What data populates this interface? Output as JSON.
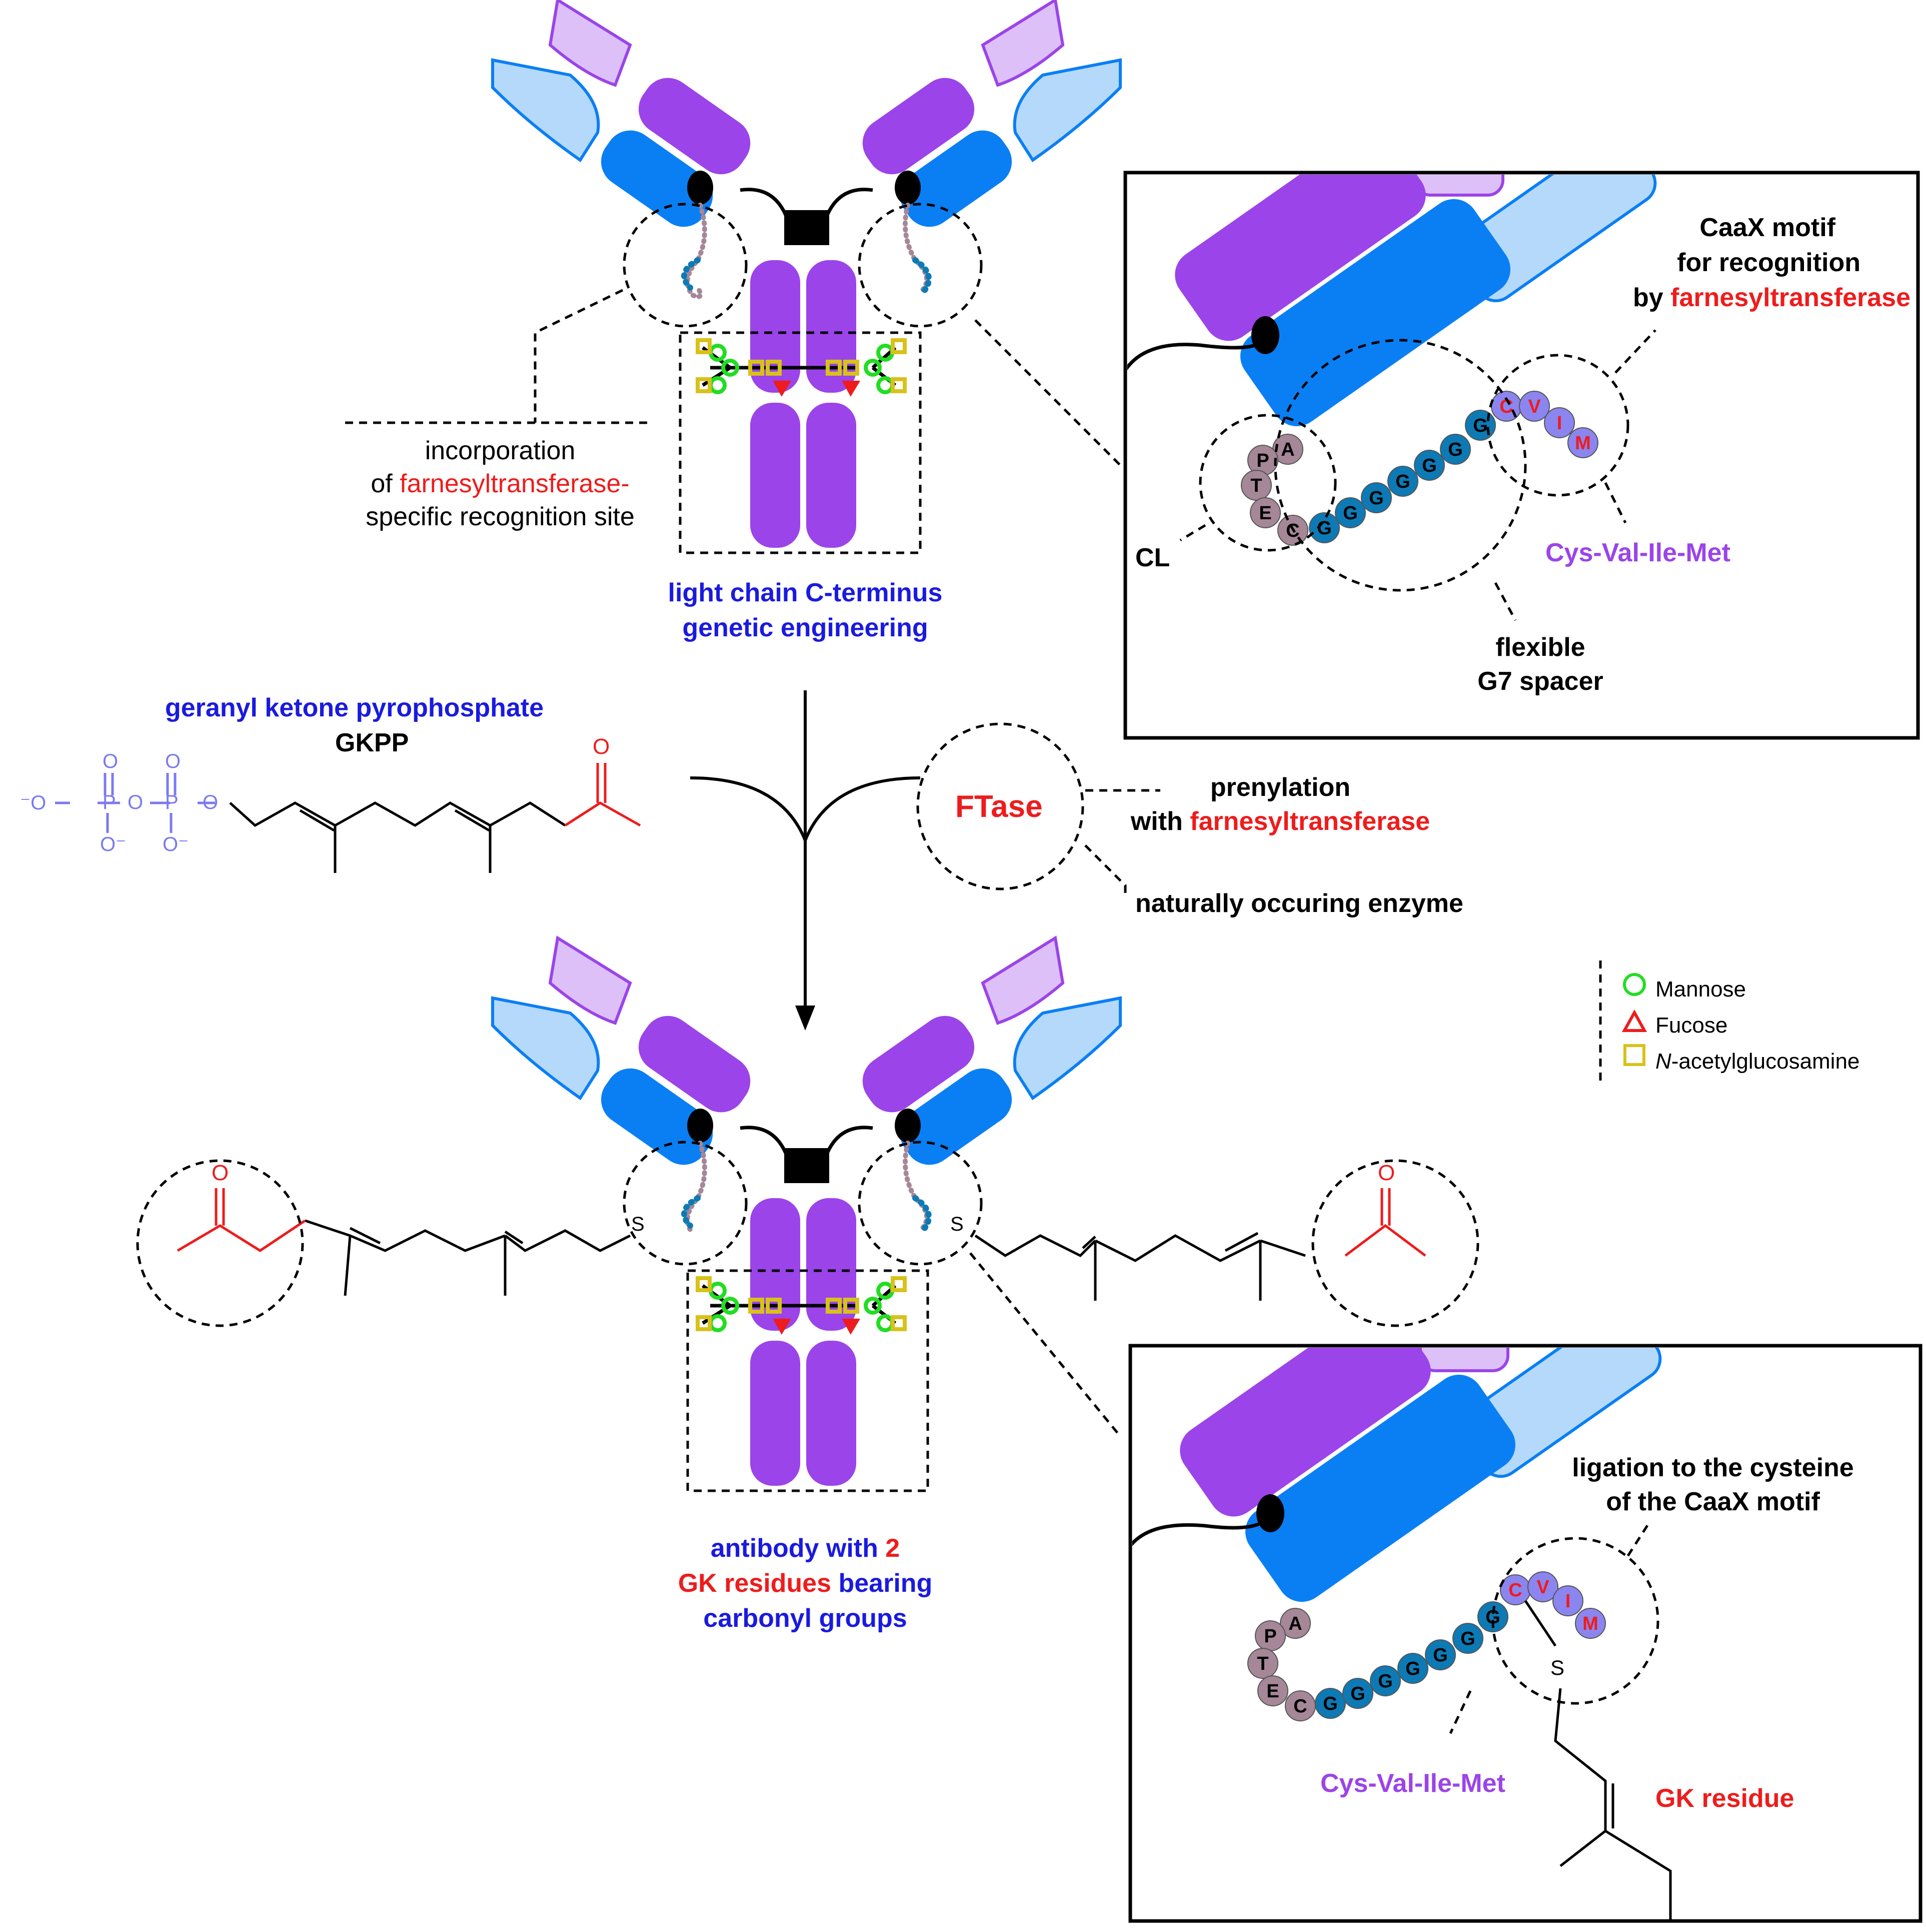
{
  "colors": {
    "heavy_chain": "#9b44e9",
    "heavy_chain_light": "#dcc0f7",
    "light_chain": "#0a7ff4",
    "light_chain_light": "#b5d9fb",
    "peptide_tag": "#a58797",
    "glycine": "#0d7ab5",
    "caax": "#8b85ef",
    "mannose": "#22dd22",
    "fucose": "#ee1c1c",
    "glcnac": "#d8c21a",
    "red_text": "#ee1c1c",
    "blue_text": "#1a1adf",
    "purple_text": "#9b44e9",
    "pyrophosphate": "#7a7af0"
  },
  "top": {
    "incorporation": {
      "line1": "incorporation",
      "line2_prefix": "of ",
      "line2_red": "farnesyltransferase-",
      "line3": "specific recognition site"
    },
    "engineering": {
      "line1": "light chain C-terminus",
      "line2": "genetic engineering"
    }
  },
  "inset1": {
    "caax": {
      "line1": "CaaX motif",
      "line2": "for recognition",
      "line3_prefix": "by ",
      "line3_red": "farnesyltransferase"
    },
    "cl": "CL",
    "cvim": "Cys-Val-Ile-Met",
    "spacer": {
      "line1": "flexible",
      "line2": "G7 spacer"
    },
    "tag_letters": [
      "A",
      "P",
      "T",
      "E",
      "C"
    ],
    "glycine_letter": "G",
    "caax_letters": [
      "C",
      "V",
      "I",
      "M"
    ]
  },
  "reagent": {
    "name": "geranyl ketone pyrophosphate",
    "abbrev": "GKPP",
    "pp_labels": {
      "o": "O",
      "p": "P",
      "o_minus": "O⁻",
      "minus_o": "⁻O"
    }
  },
  "ftase": {
    "label": "FTase",
    "prenylation": {
      "line1": "prenylation",
      "line2_prefix": "with ",
      "line2_red": "farnesyltransferase"
    },
    "natural": "naturally occuring enzyme"
  },
  "legend": [
    {
      "label": "Mannose",
      "italic_prefix": ""
    },
    {
      "label": "Fucose",
      "italic_prefix": ""
    },
    {
      "label": "-acetylglucosamine",
      "italic_prefix": "N"
    }
  ],
  "bottom": {
    "product": {
      "line1_blue": "antibody with ",
      "line1_red": "2",
      "line2_red": "GK residues",
      "line2_blue": " bearing",
      "line3": "carbonyl groups"
    },
    "sulfur": "S",
    "oxygen": "O"
  },
  "inset2": {
    "ligation": {
      "line1": "ligation to the cysteine",
      "line2": "of the CaaX motif"
    },
    "cvim": "Cys-Val-Ile-Met",
    "gk": "GK residue",
    "sulfur": "S"
  }
}
